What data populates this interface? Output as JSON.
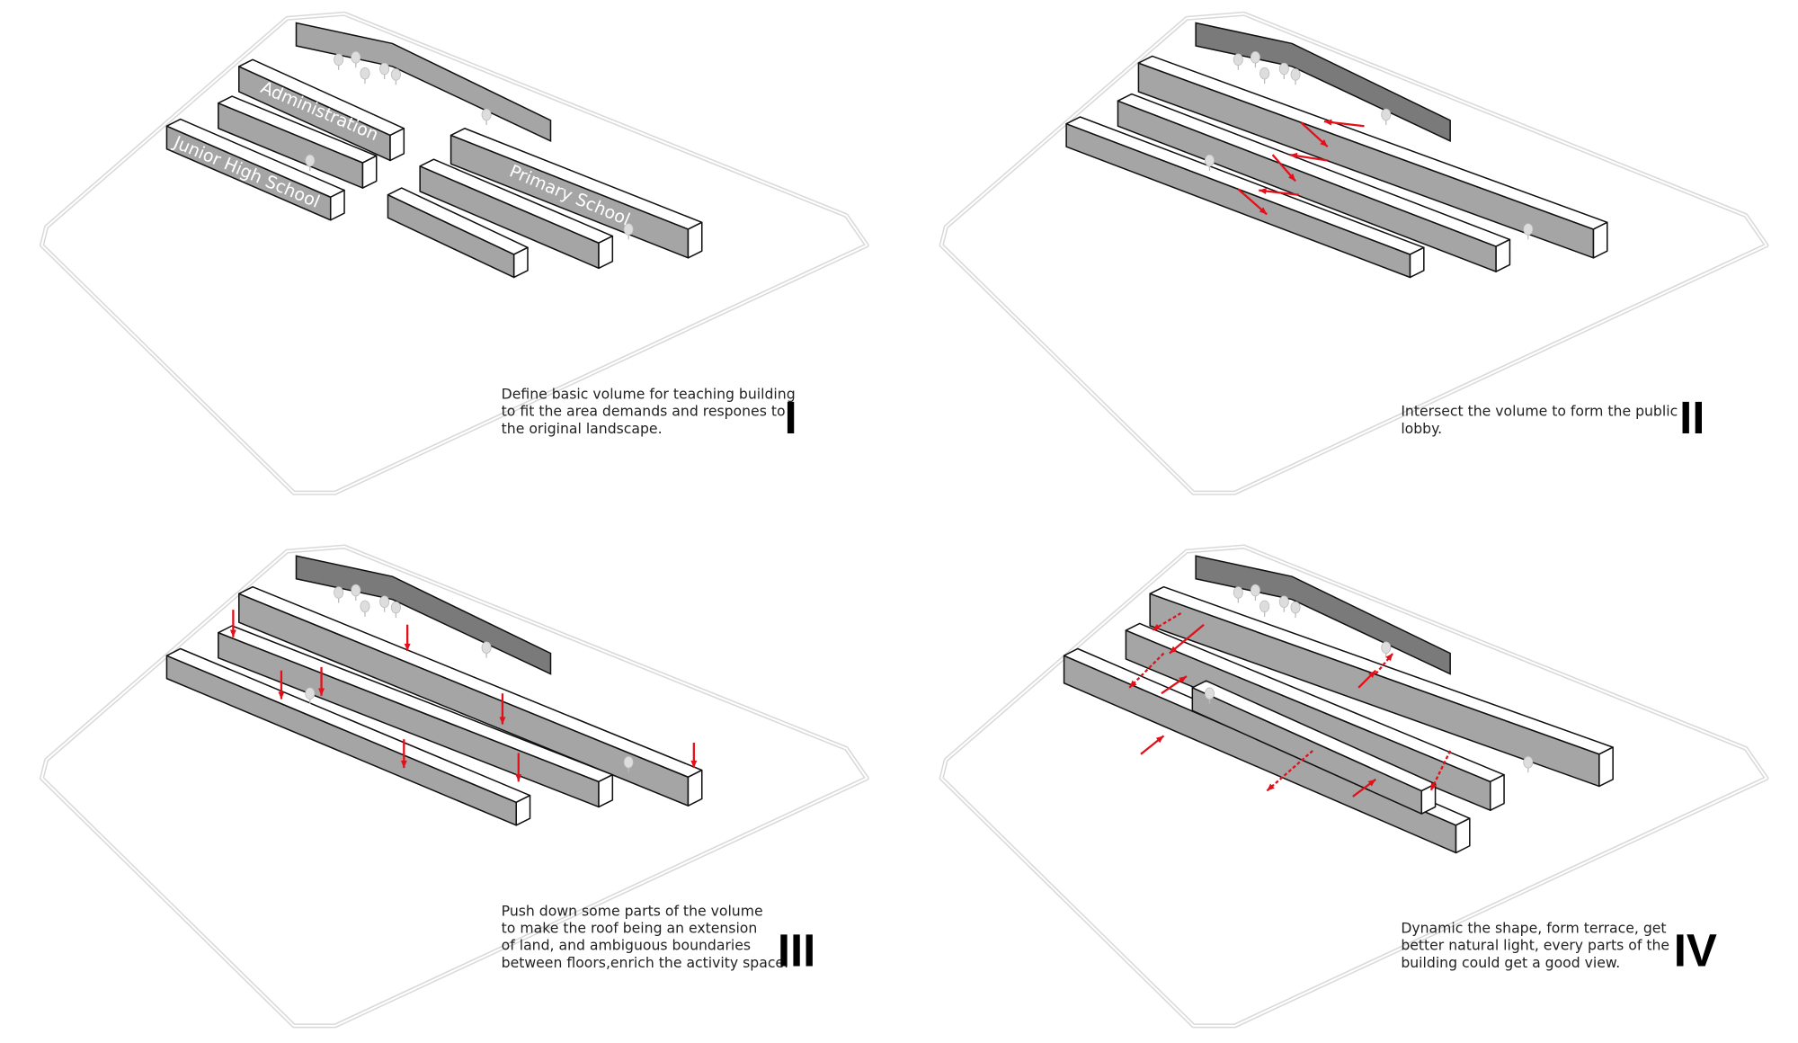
{
  "colors": {
    "accent": "#e3101a",
    "face": "#a5a5a5",
    "outline": "#d9d9d9",
    "text": "#222222"
  },
  "panels": [
    {
      "numeral": "I",
      "caption": [
        "Define basic volume for teaching building",
        "to fit the area demands and respones to",
        "the original landscape."
      ],
      "labels": {
        "admin": "Administration",
        "junior": "Junior High School",
        "primary": "Primary School"
      }
    },
    {
      "numeral": "II",
      "caption": [
        "Intersect the volume to form the public",
        "lobby."
      ]
    },
    {
      "numeral": "III",
      "caption": [
        "Push down some parts  of  the  volume",
        "to  make the  roof  being  an  extension",
        "of  land, and  ambiguous boundaries",
        "between floors,enrich the activity space."
      ]
    },
    {
      "numeral": "IV",
      "caption": [
        "Dynamic the shape, form terrace, get",
        "better natural light, every parts of the",
        "building could get a good view."
      ]
    }
  ]
}
